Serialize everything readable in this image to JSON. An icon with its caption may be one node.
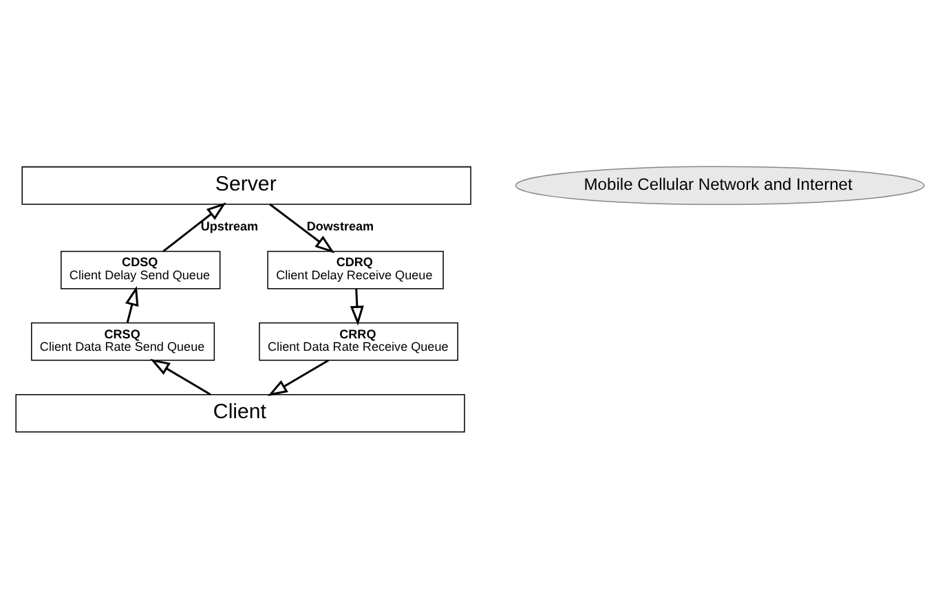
{
  "diagram": {
    "nodes": [
      {
        "text": [
          "Server"
        ]
      },
      {
        "text": [
          "Mobile Cellular Network and Internet"
        ]
      },
      {
        "text": [
          "CDSQ",
          "Client Delay Send Queue"
        ]
      },
      {
        "text": [
          "CDRQ",
          "Client Delay Receive Queue"
        ]
      },
      {
        "text": [
          "CRSQ",
          "Client Data Rate Send Queue"
        ]
      },
      {
        "text": [
          "CRRQ",
          "Client Data Rate Receive Queue"
        ]
      },
      {
        "text": [
          "Client"
        ]
      }
    ],
    "edges": [
      {
        "from": 2,
        "to": 0,
        "arrow": "to",
        "label": "Upstream"
      },
      {
        "from": 0,
        "to": 3,
        "arrow": "to",
        "label": "Dowstream"
      },
      {
        "from": 4,
        "to": 2,
        "arrow": "to"
      },
      {
        "from": 3,
        "to": 5,
        "arrow": "to"
      },
      {
        "from": 6,
        "to": 4,
        "arrow": "to"
      },
      {
        "from": 5,
        "to": 6,
        "arrow": "to"
      }
    ]
  }
}
